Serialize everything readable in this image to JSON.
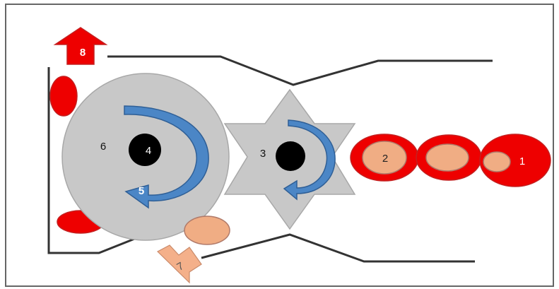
{
  "labels": {
    "l1": "1",
    "l2": "2",
    "l3": "3",
    "l4": "4",
    "l5": "5",
    "l6": "6",
    "l7": "7",
    "l8": "8"
  },
  "colors": {
    "red": "#ee0000",
    "red_stroke": "#c42020",
    "peach": "#f0ad84",
    "peach_stroke": "#b07a6a",
    "gray": "#c8c8c8",
    "gray_stroke": "#a0a0a0",
    "blue": "#4b86c6",
    "blue_stroke": "#2f5f96",
    "black": "#000000",
    "line": "#333333",
    "frame": "#666666",
    "arrow7": "#f4b08a"
  }
}
